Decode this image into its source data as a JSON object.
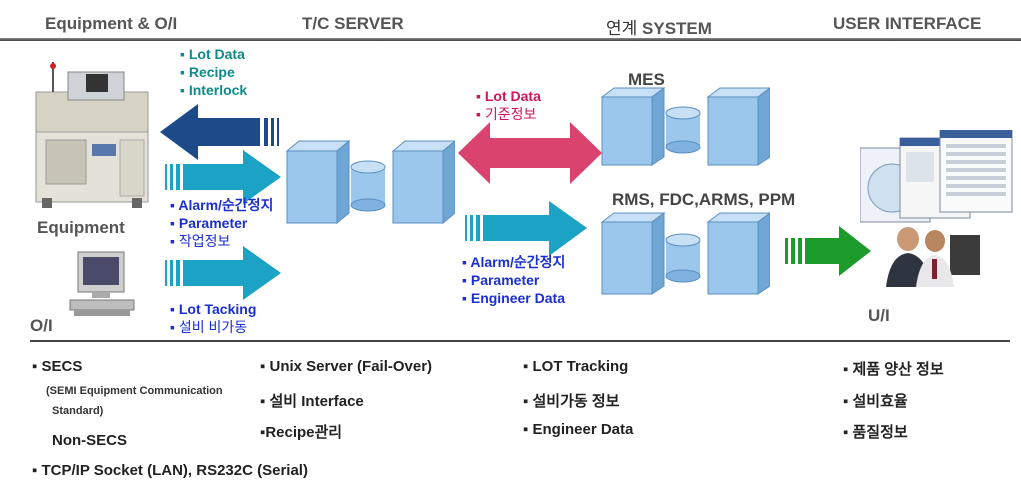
{
  "headers": {
    "equipment_oi": "Equipment & O/I",
    "tc_server": "T/C SERVER",
    "system_prefix": "연계",
    "system": "SYSTEM",
    "user_interface": "USER INTERFACE"
  },
  "left_top_items": [
    "▪ Lot Data",
    "▪ Recipe",
    "▪ Interlock"
  ],
  "left_mid_items": [
    "▪ Alarm/순간정지",
    "▪ Parameter",
    "▪ 작업정보"
  ],
  "left_bot_items": [
    "▪ Lot Tacking",
    "▪ 설비 비가동"
  ],
  "mes_items": [
    "▪ Lot Data",
    "▪ 기준정보"
  ],
  "rms_items": [
    "▪ Alarm/순간정지",
    "▪ Parameter",
    "▪ Engineer Data"
  ],
  "labels": {
    "equipment": "Equipment",
    "oi": "O/I",
    "mes": "MES",
    "rms": "RMS, FDC,ARMS, PPM",
    "ui": "U/I"
  },
  "bottom": {
    "col1": {
      "secs": "▪ SECS",
      "secs_note1": "(SEMI Equipment Communication",
      "secs_note2": "Standard)",
      "non_secs": "Non-SECS",
      "tcp": "▪ TCP/IP Socket (LAN), RS232C (Serial)"
    },
    "col2": [
      "▪ Unix Server (Fail-Over)",
      "▪ 설비 Interface",
      "▪Recipe관리"
    ],
    "col3": [
      "▪ LOT Tracking",
      "▪ 설비가동 정보",
      "▪ Engineer Data"
    ],
    "col4": [
      "▪ 제품 양산 정보",
      "▪ 설비효율",
      "▪ 품질정보"
    ]
  },
  "colors": {
    "header_rule": "#4a4a4a",
    "blue_arrow": "#1e4a8a",
    "cyan_arrow": "#1aa3c4",
    "pink_arrow": "#d9436e",
    "green_arrow": "#1c9a2a",
    "server": "#9cc7ec"
  },
  "icons": [
    "equipment-machine-icon",
    "oi-terminal-icon",
    "server-icon",
    "database-icon",
    "ui-screens-icon",
    "users-photo-icon"
  ]
}
